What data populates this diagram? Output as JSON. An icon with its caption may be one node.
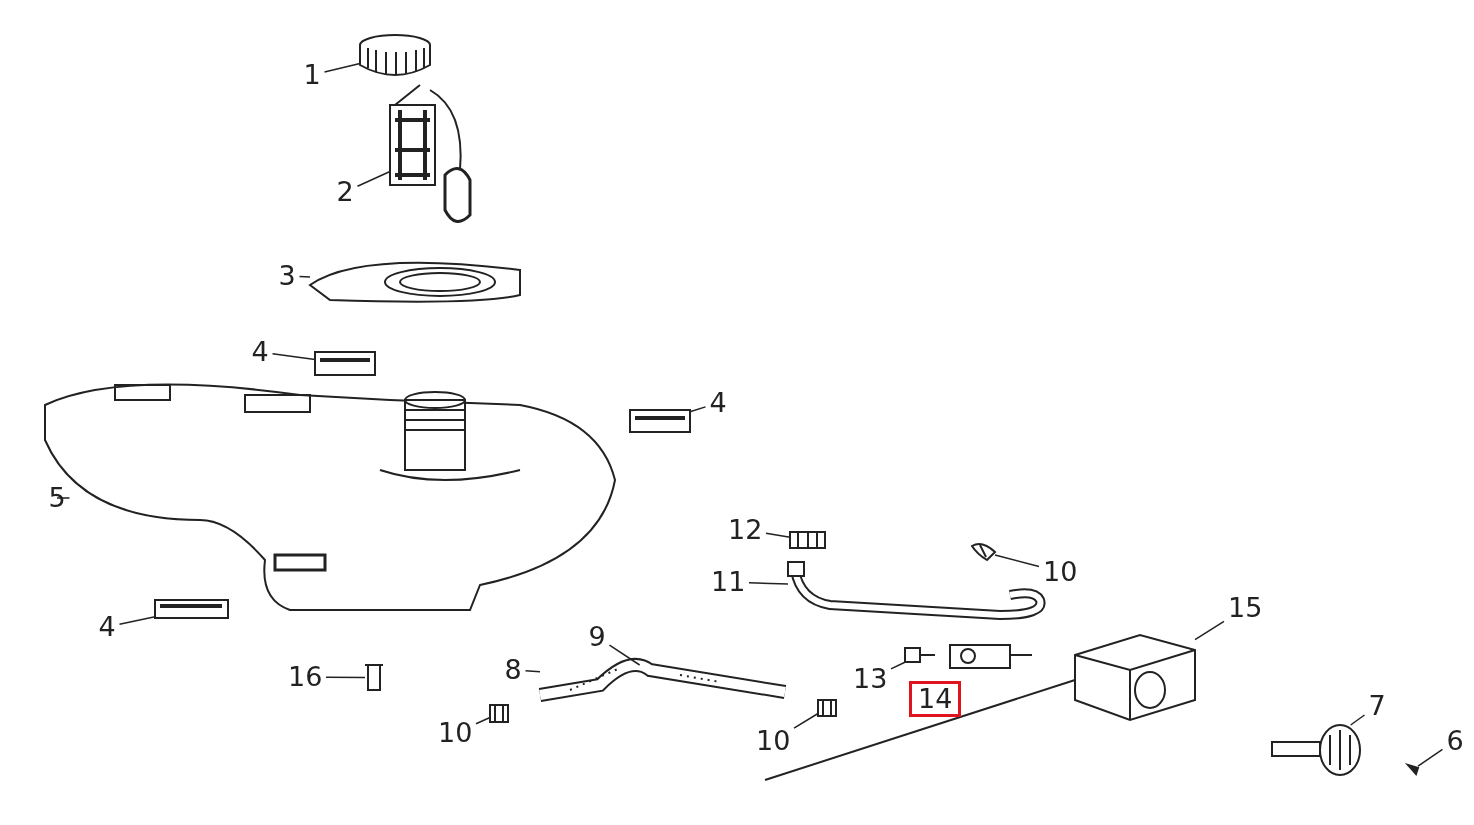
{
  "diagram": {
    "nodes": [
      {
        "text": [
          "1"
        ]
      },
      {
        "text": [
          "2"
        ]
      },
      {
        "text": [
          "3"
        ]
      },
      {
        "text": [
          "4"
        ]
      },
      {
        "text": [
          "4"
        ]
      },
      {
        "text": [
          "5"
        ]
      },
      {
        "text": [
          "4"
        ]
      },
      {
        "text": [
          "12"
        ]
      },
      {
        "text": [
          "11"
        ]
      },
      {
        "text": [
          "10"
        ]
      },
      {
        "text": [
          "16"
        ]
      },
      {
        "text": [
          "9"
        ]
      },
      {
        "text": [
          "8"
        ]
      },
      {
        "text": [
          "13"
        ]
      },
      {
        "text": [
          "14"
        ]
      },
      {
        "text": [
          "15"
        ]
      },
      {
        "text": [
          "10"
        ]
      },
      {
        "text": [
          "10"
        ]
      },
      {
        "text": [
          "7"
        ]
      },
      {
        "text": [
          "6"
        ]
      },
      {
        "text": [],
        "shape": "picture"
      },
      {
        "text": [],
        "shape": "picture"
      },
      {
        "text": [],
        "shape": "picture"
      },
      {
        "text": [],
        "shape": "picture"
      },
      {
        "text": [],
        "shape": "picture"
      },
      {
        "text": [],
        "shape": "picture"
      },
      {
        "text": [],
        "shape": "picture"
      },
      {
        "text": [],
        "shape": "picture"
      },
      {
        "text": [],
        "shape": "picture"
      },
      {
        "text": [],
        "shape": "picture"
      },
      {
        "text": [],
        "shape": "picture"
      },
      {
        "text": [],
        "shape": "picture"
      },
      {
        "text": [],
        "shape": "picture"
      },
      {
        "text": [],
        "shape": "picture"
      },
      {
        "text": [],
        "shape": "picture"
      },
      {
        "text": [],
        "shape": "picture"
      },
      {
        "text": [],
        "shape": "picture"
      },
      {
        "text": [],
        "shape": "picture"
      }
    ],
    "edges": [
      {
        "from": 0,
        "to": 20,
        "arrow": "none"
      },
      {
        "from": 1,
        "to": 21,
        "arrow": "none"
      },
      {
        "from": 2,
        "to": 22,
        "arrow": "none"
      },
      {
        "from": 3,
        "to": 23,
        "arrow": "none"
      },
      {
        "from": 4,
        "to": 24,
        "arrow": "none"
      },
      {
        "from": 5,
        "to": 25,
        "arrow": "none"
      },
      {
        "from": 6,
        "to": 26,
        "arrow": "none"
      },
      {
        "from": 7,
        "to": 27,
        "arrow": "none"
      },
      {
        "from": 8,
        "to": 28,
        "arrow": "none"
      },
      {
        "from": 9,
        "to": 29,
        "arrow": "none"
      },
      {
        "from": 10,
        "to": 30,
        "arrow": "none"
      },
      {
        "from": 11,
        "to": 31,
        "arrow": "none"
      },
      {
        "from": 12,
        "to": 31,
        "arrow": "none"
      },
      {
        "from": 13,
        "to": 32,
        "arrow": "none"
      },
      {
        "from": 15,
        "to": 33,
        "arrow": "none"
      },
      {
        "from": 16,
        "to": 34,
        "arrow": "none"
      },
      {
        "from": 17,
        "to": 35,
        "arrow": "none"
      },
      {
        "from": 18,
        "to": 36,
        "arrow": "none"
      },
      {
        "from": 19,
        "to": 37,
        "arrow": "none"
      }
    ]
  }
}
